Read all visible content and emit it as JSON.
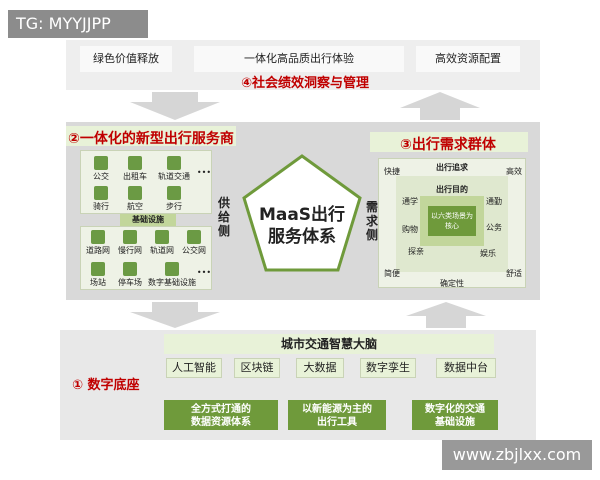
{
  "watermarks": {
    "top_left": "TG: MYYJJPP",
    "bottom_right": "www.zbjlxx.com"
  },
  "top": {
    "items": [
      "绿色价值释放",
      "一体化高品质出行体验",
      "高效资源配置"
    ],
    "title": "④社会绩效洞察与管理"
  },
  "left_panel": {
    "title": "②一体化的新型出行服务商",
    "row1": [
      "公交",
      "出租车",
      "轨道交通"
    ],
    "row2": [
      "骑行",
      "航空",
      "步行"
    ],
    "more": "•••",
    "infra_label": "基础设施",
    "row3": [
      "道路网",
      "慢行网",
      "轨道网",
      "公交网"
    ],
    "row4": [
      "场站",
      "停车场",
      "数字基础设施"
    ],
    "side_label": [
      "供",
      "给",
      "侧"
    ]
  },
  "center": {
    "line1": "MaaS出行",
    "line2": "服务体系"
  },
  "right_panel": {
    "title": "③出行需求群体",
    "side_label": [
      "需",
      "求",
      "侧"
    ],
    "outer": {
      "tl": "快捷",
      "tr": "高效",
      "bl": "简便",
      "br": "舒适",
      "bottom": "确定性"
    },
    "mid_title": "出行追求",
    "inner_title": "出行目的",
    "purposes": {
      "left_top": "通学",
      "left_bottom": "购物",
      "right_top": "通勤",
      "right_mid": "公务",
      "right_bottom": "娱乐",
      "bottom": "探亲"
    },
    "core": "以六类场景为核心"
  },
  "bottom": {
    "title": "① 数字底座",
    "brain": "城市交通智慧大脑",
    "pills": [
      "人工智能",
      "区块链",
      "大数据",
      "数字孪生",
      "数据中台"
    ],
    "boxes": [
      [
        "全方式打通的",
        "数据资源体系"
      ],
      [
        "以新能源为主的",
        "出行工具"
      ],
      [
        "数字化的交通",
        "基础设施"
      ]
    ]
  },
  "colors": {
    "accent_red": "#c00000",
    "green_dark": "#6f9a3b",
    "green_light": "#e8f2d8"
  }
}
